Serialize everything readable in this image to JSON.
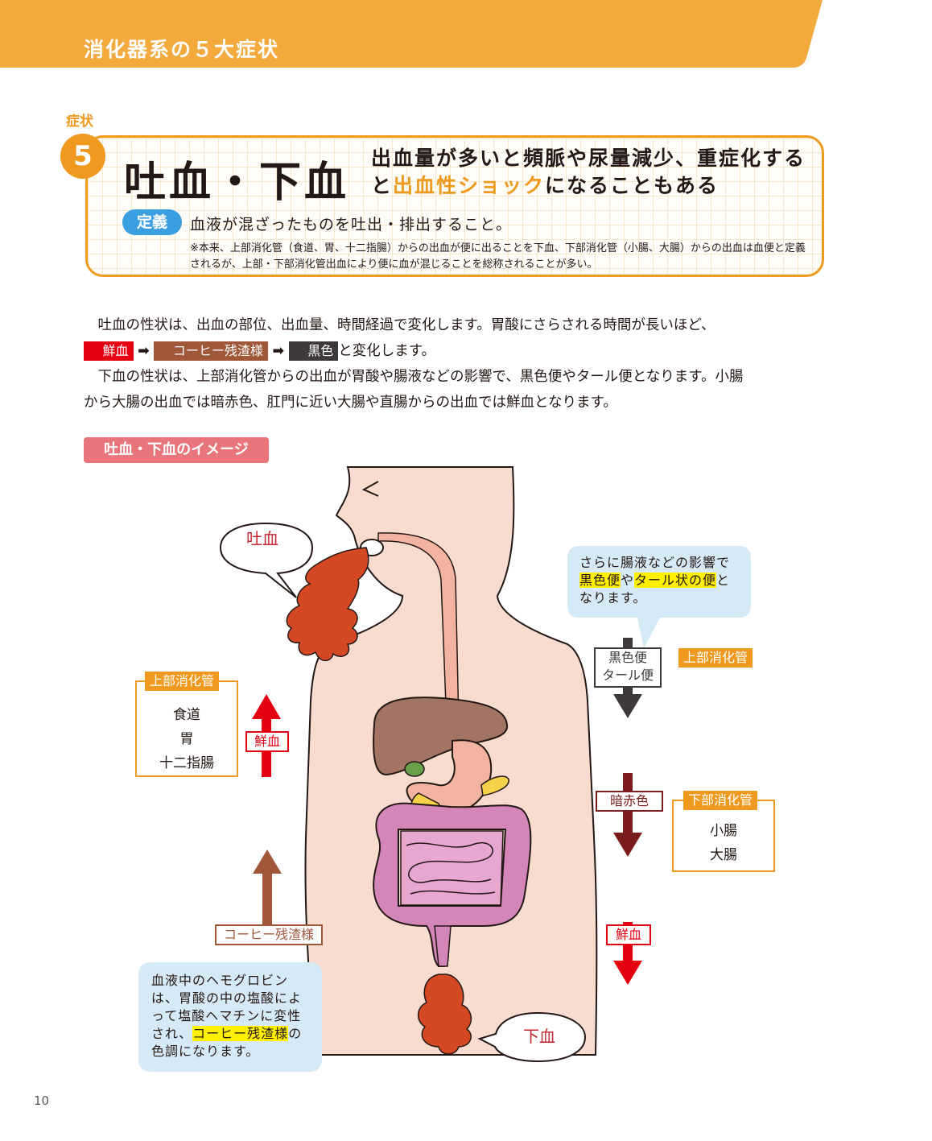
{
  "header": {
    "title": "消化器系の５大症状"
  },
  "symptom": {
    "label": "症状",
    "number": "5",
    "title": "吐血・下血",
    "subtitle_pre": "出血量が多いと頻脈や尿量減少、重症化すると",
    "subtitle_highlight": "出血性ショック",
    "subtitle_post": "になることもある",
    "definition_badge": "定義",
    "definition_text": "血液が混ざったものを吐出・排出すること。",
    "definition_note": "※本来、上部消化管（食道、胃、十二指腸）からの出血が便に出ることを下血、下部消化管（小腸、大腸）からの出血は血便と定義されるが、上部・下部消化管出血により便に血が混じることを総称されることが多い。"
  },
  "body": {
    "p1_pre": "吐血の性状は、出血の部位、出血量、時間経過で変化します。胃酸にさらされる時間が長いほど、",
    "tag_fresh": "鮮血",
    "tag_coffee": "コーヒー残渣様",
    "tag_black": "黒色",
    "p1_post": "と変化します。",
    "arrow": "➡",
    "p2": "下血の性状は、上部消化管からの出血が胃酸や腸液などの影響で、黒色便やタール便となります。小腸から大腸の出血では暗赤色、肛門に近い大腸や直腸からの出血では鮮血となります。"
  },
  "figure": {
    "section_title": "吐血・下血のイメージ",
    "bubble_vomit": "吐血",
    "bubble_melena": "下血",
    "upper_box": {
      "title": "上部消化管",
      "items": [
        "食道",
        "胃",
        "十二指腸"
      ]
    },
    "lower_box": {
      "title": "下部消化管",
      "items": [
        "小腸",
        "大腸"
      ]
    },
    "label_fresh_up": "鮮血",
    "label_coffee": "コーヒー残渣様",
    "label_black": "黒色便",
    "label_tar": "タール便",
    "label_upper_right": "上部消化管",
    "label_darkred": "暗赤色",
    "label_fresh_down": "鮮血",
    "note_right_pre": "さらに腸液などの影響で",
    "note_right_hl1": "黒色便",
    "note_right_mid": "や",
    "note_right_hl2": "タール状の便",
    "note_right_post": "となります。",
    "note_left_pre": "血液中のヘモグロビンは、胃酸の中の塩酸によって塩酸ヘマチンに変性され、",
    "note_left_hl": "コーヒー残渣様",
    "note_left_post": "の色調になります。"
  },
  "page_number": "10",
  "colors": {
    "orange": "#ef9a1f",
    "red": "#e50012",
    "brown": "#a0573a",
    "dark": "#3e3a39",
    "dark_red": "#7b1c1c",
    "light_blue": "#d6e9f7",
    "pink": "#e8747c",
    "skin": "#f8dcd0"
  }
}
